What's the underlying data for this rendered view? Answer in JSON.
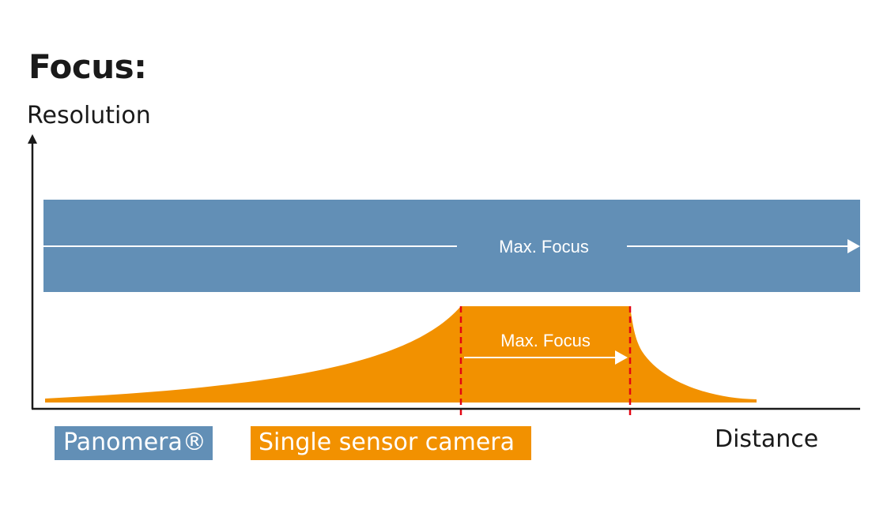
{
  "title": "Focus:",
  "axes": {
    "y_label": "Resolution",
    "x_label": "Distance"
  },
  "bands": {
    "panomera": {
      "label": "Max. Focus",
      "color": "#628fb6",
      "arrow_color": "#ffffff"
    },
    "single_sensor": {
      "label": "Max. Focus",
      "color": "#f29100",
      "arrow_color": "#ffffff",
      "marker_color": "#e30613"
    }
  },
  "legend": {
    "panomera": "Panomera®",
    "single_sensor": "Single sensor camera"
  },
  "colors": {
    "axis": "#1a1a1a",
    "background": "#ffffff"
  }
}
